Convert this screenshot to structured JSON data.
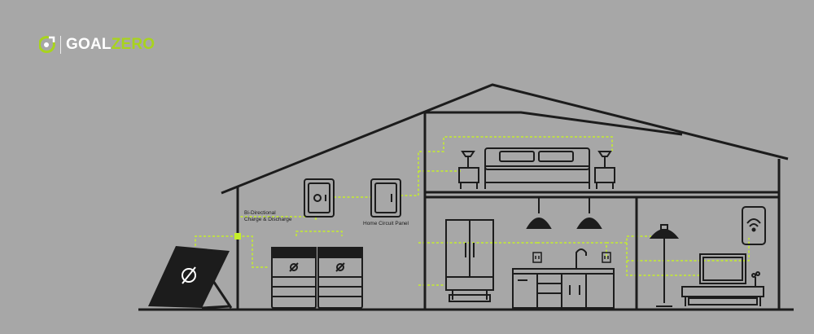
{
  "brand": {
    "name_part1": "GOAL",
    "name_part2": "ZERO",
    "accent_color": "#a8d41c",
    "text_color": "#ffffff"
  },
  "labels": {
    "bidirectional_line1": "Bi-Directional",
    "bidirectional_line2": "Charge & Discharge",
    "home_circuit_panel": "Home Circuit Panel"
  },
  "colors": {
    "background": "#a7a7a7",
    "line": "#1c1c1c",
    "energy_flow": "#c6ef2a"
  },
  "icons": [
    "goal-zero-logo-icon",
    "solar-panel-icon",
    "battery-icon",
    "transfer-switch-icon",
    "circuit-panel-icon",
    "bed-icon",
    "lamp-icon",
    "refrigerator-icon",
    "pendant-light-icon",
    "kitchen-counter-icon",
    "outlet-icon",
    "floor-lamp-icon",
    "tv-icon",
    "wifi-router-icon"
  ]
}
